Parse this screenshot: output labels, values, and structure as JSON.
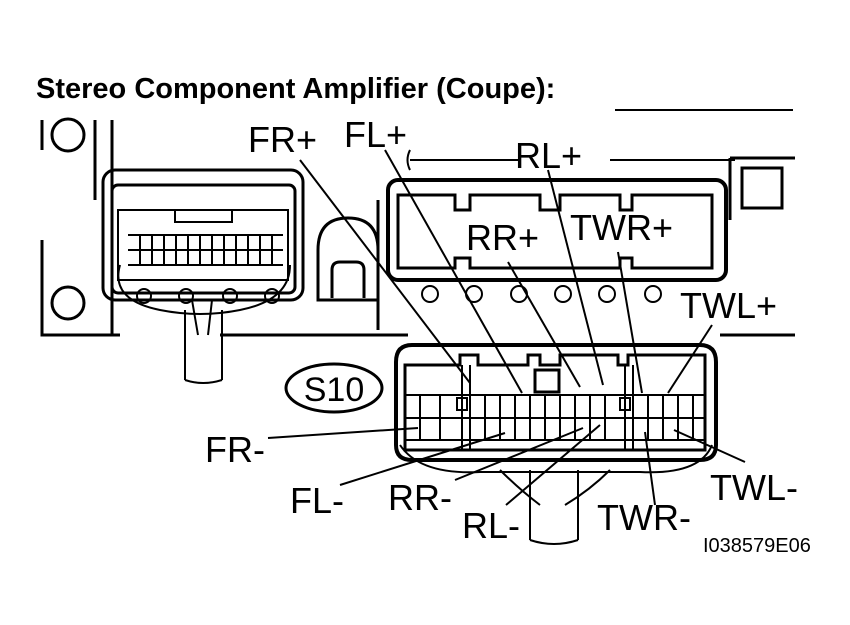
{
  "title": "Stereo Component Amplifier (Coupe):",
  "connector_id": "S10",
  "figure_code": "I038579E06",
  "terminals": {
    "fr_plus": "FR+",
    "fl_plus": "FL+",
    "rl_plus": "RL+",
    "rr_plus": "RR+",
    "twr_plus": "TWR+",
    "twl_plus": "TWL+",
    "fr_minus": "FR-",
    "fl_minus": "FL-",
    "rr_minus": "RR-",
    "rl_minus": "RL-",
    "twr_minus": "TWR-",
    "twl_minus": "TWL-"
  }
}
